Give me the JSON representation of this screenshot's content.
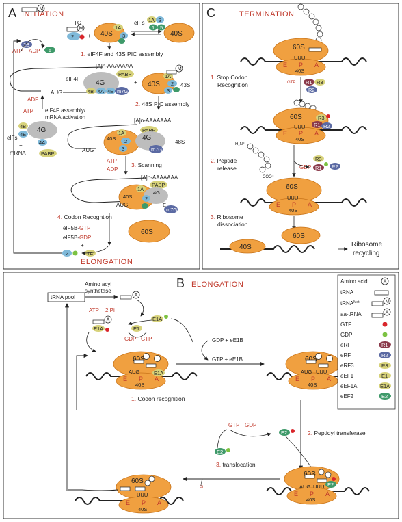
{
  "panels": {
    "A": {
      "letter": "A",
      "title": "INITIATION"
    },
    "B": {
      "letter": "B",
      "title": "ELONGATION"
    },
    "C": {
      "letter": "C",
      "title": "TERMINATION"
    }
  },
  "initiation": {
    "tc": "TC",
    "eifs": "eIFs",
    "eif4f": "eIF4F",
    "s43": "43S",
    "s48": "48S",
    "s40": "40S",
    "s60": "60S",
    "atp": "ATP",
    "adp": "ADP",
    "mrna": "mRNA",
    "aug": "AUG",
    "polya": "[A]n-AAAAAAA",
    "pabp": "PABP",
    "step1_num": "1.",
    "step1": "eIF4F and 43S PIC assembly",
    "step2_num": "2.",
    "step2": "48S PIC assembly",
    "step3_num": "3.",
    "step3": "Scanning",
    "step4_num": "4.",
    "step4": "Codon Recogntion",
    "assembly_note": "eIF4F assembly/",
    "activation_note": "mRNA activation",
    "eif5b_gtp_prefix": "eIF5B-",
    "eif5b_gtp": "GTP",
    "eif5b_gdp_prefix": "eIF5B-",
    "eif5b_gdp": "GDP",
    "plus": "+",
    "to_elongation": "ELONGATION",
    "factor_labels": {
      "f2": "2",
      "f1a": "1A",
      "f1": "1",
      "f3": "3",
      "f5": "5",
      "f4g": "4G",
      "f4e": "4E",
      "f4a": "4A",
      "f4b": "4B",
      "m7g": "m7G",
      "f2b": "2B",
      "m": "M",
      "e": "E",
      "a": "A"
    }
  },
  "termination": {
    "step1_num": "1.",
    "step1_a": "Stop Codon",
    "step1_b": "Recognition",
    "step2_num": "2.",
    "step2_a": "Peptide",
    "step2_b": "release",
    "step3_num": "3.",
    "step3_a": "Ribosome",
    "step3_b": "dissociation",
    "gtp": "GTP",
    "gdp": "GDP",
    "h2n": "H₂N⁺",
    "coo": "COO⁻",
    "uuu": "UUU",
    "e": "E",
    "p": "P",
    "a": "A",
    "r1": "R1",
    "r2": "R2",
    "r3": "R3",
    "recycling_a": "Ribosome",
    "recycling_b": "recycling",
    "s40": "40S",
    "s60": "60S"
  },
  "elongation": {
    "trna_pool": "tRNA pool",
    "aa_synth_a": "Amino acyl",
    "aa_synth_b": "synthetase",
    "atp": "ATP",
    "two_pi": "2 Pi",
    "gdp": "GDP",
    "gtp": "GTP",
    "e1": "E1",
    "e1a": "E1A",
    "e2": "E2",
    "gdp_eeb": "GDP + eE1B",
    "gtp_eeb": "GTP + eE1B",
    "aug": "AUG",
    "uuu": "UUU",
    "e": "E",
    "p": "P",
    "a": "A",
    "s60": "60S",
    "s40": "40S",
    "pi": "Pi",
    "step1_num": "1.",
    "step1": "Codon recognition",
    "step2_num": "2.",
    "step2": "Peptidyl transferase",
    "step3_num": "3.",
    "step3": "translocation"
  },
  "legend": {
    "items": [
      {
        "label": "Amino acid",
        "sym": "A"
      },
      {
        "label": "tRNA",
        "sym": ""
      },
      {
        "label": "tRNA",
        "sup": "Met",
        "sym": "M"
      },
      {
        "label": "aa-tRNA",
        "sym": "A"
      },
      {
        "label": "GTP",
        "sym": ""
      },
      {
        "label": "GDP",
        "sym": ""
      },
      {
        "label": "eRF",
        "sym": "R1"
      },
      {
        "label": "eRF",
        "sym": "R2"
      },
      {
        "label": "eRF3",
        "sym": "R3"
      },
      {
        "label": "eEF1",
        "sym": "E1"
      },
      {
        "label": "eEF1A",
        "sym": "E1A"
      },
      {
        "label": "eEF2",
        "sym": "E2"
      }
    ]
  },
  "colors": {
    "ribosome": "#f0a040",
    "ribosome_dark": "#c8741a",
    "red_text": "#c0392b",
    "gtp_dot": "#d9262b",
    "gdp_dot": "#7cc242",
    "eif_yellow": "#d7d27a",
    "eif_blue": "#7fb9d9",
    "eif_navy": "#5b6aa3",
    "eif_green": "#3f9a6a",
    "grey": "#bdbdbd"
  }
}
